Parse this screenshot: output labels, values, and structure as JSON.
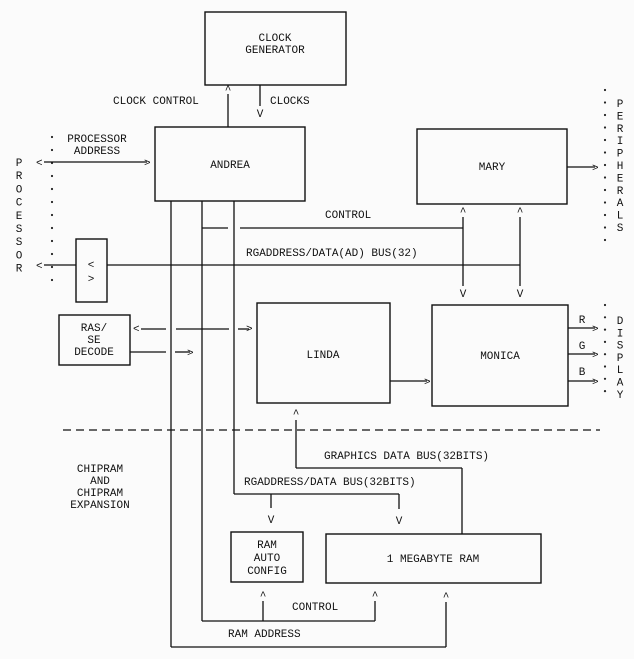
{
  "blocks": {
    "clock_generator": [
      "CLOCK",
      "GENERATOR"
    ],
    "andrea": "ANDREA",
    "mary": "MARY",
    "linda": "LINDA",
    "monica": "MONICA",
    "ras_decode": [
      "RAS/",
      "SE",
      "DECODE"
    ],
    "ram_autoconfig": [
      "RAM",
      "AUTO",
      "CONFIG"
    ],
    "ram": "1 MEGABYTE RAM",
    "buffer": [
      "<",
      ">"
    ]
  },
  "signals": {
    "clock_control": "CLOCK CONTROL",
    "clocks": "CLOCKS",
    "processor_address": [
      "PROCESSOR",
      "ADDRESS"
    ],
    "control_top": "CONTROL",
    "rg_bus": "RGADDRESS/DATA(AD) BUS(32)",
    "graphics_bus": "GRAPHICS DATA BUS(32BITS)",
    "rg_bus_bottom": "RGADDRESS/DATA BUS(32BITS)",
    "control_bottom": "CONTROL",
    "ram_address": "RAM ADDRESS",
    "r": "R",
    "g": "G",
    "b": "B"
  },
  "regions": {
    "processor": "PROCESSOR",
    "peripherals": "PERIPHERALS",
    "display": "DISPLAY",
    "chipram": [
      "CHIPRAM",
      "AND",
      "CHIPRAM",
      "EXPANSION"
    ]
  }
}
